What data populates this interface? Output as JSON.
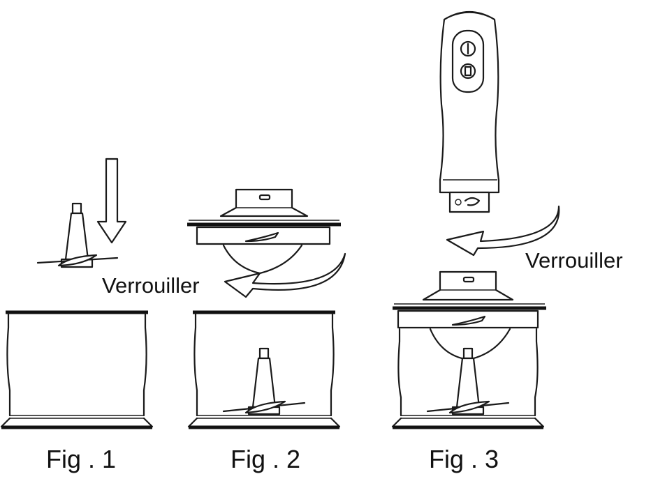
{
  "figures": [
    {
      "caption": "Fig . 1"
    },
    {
      "caption": "Fig . 2",
      "action_label": "Verrouiller"
    },
    {
      "caption": "Fig . 3",
      "action_label": "Verrouiller"
    }
  ],
  "colors": {
    "line": "#1a1a1a",
    "background": "#ffffff"
  },
  "icons": [
    "down-arrow-icon",
    "curved-arrow-icon",
    "power-button-icon",
    "turbo-button-icon"
  ]
}
